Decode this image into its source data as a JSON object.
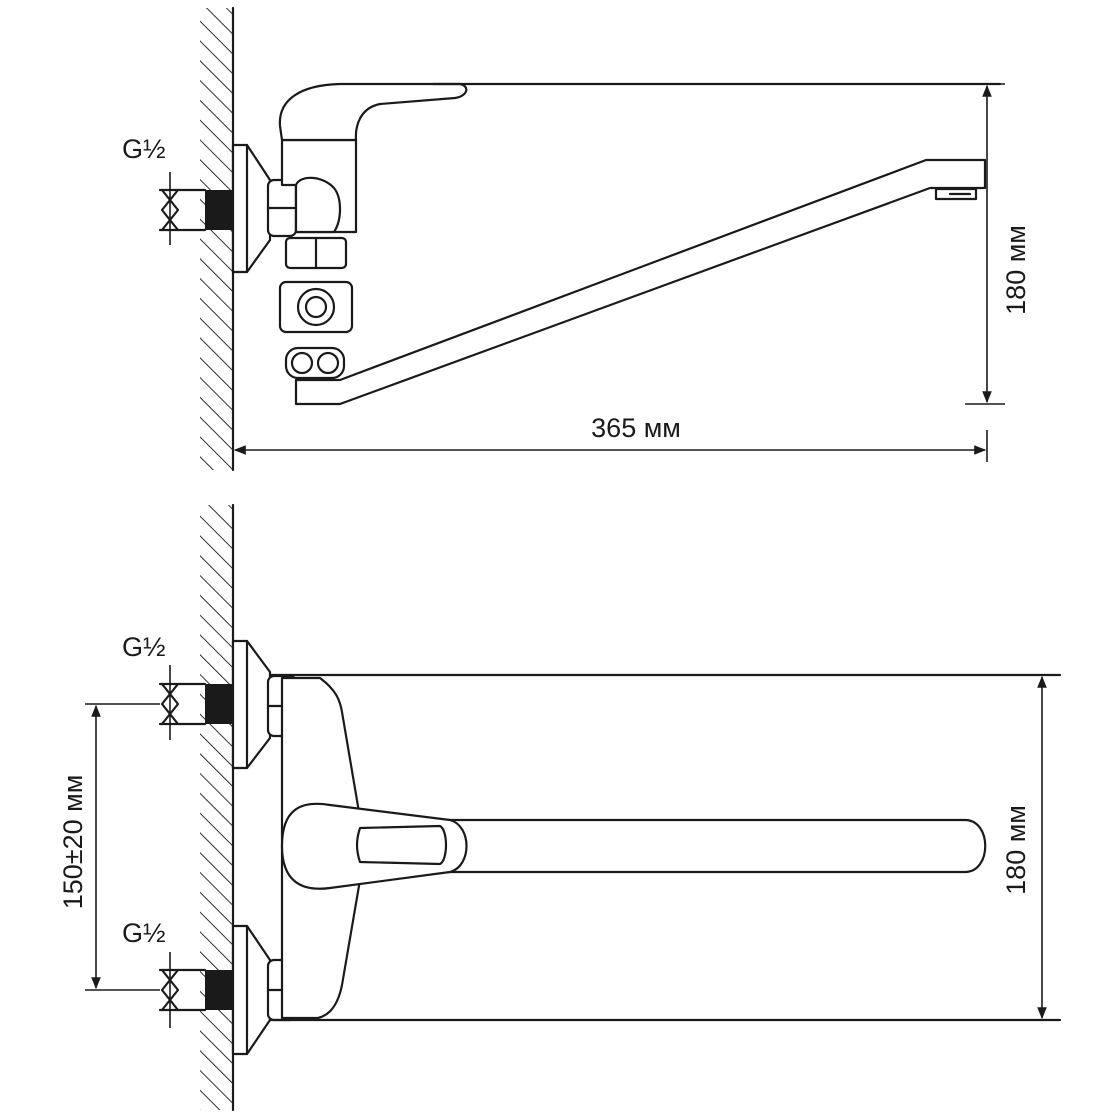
{
  "side_view": {
    "thread_label": "G½",
    "height_dim": "180 мм",
    "length_dim": "365 мм"
  },
  "top_view": {
    "thread_label_upper": "G½",
    "thread_label_lower": "G½",
    "spacing_dim": "150±20 мм",
    "width_dim": "180 мм"
  }
}
